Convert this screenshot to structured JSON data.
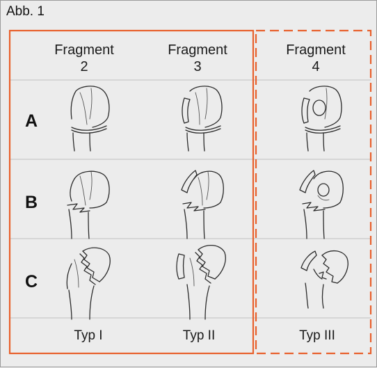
{
  "figure": {
    "caption": "Abb. 1",
    "columns": [
      {
        "title": "Fragment",
        "number": "2"
      },
      {
        "title": "Fragment",
        "number": "3"
      },
      {
        "title": "Fragment",
        "number": "4"
      }
    ],
    "rows": [
      {
        "label": "A"
      },
      {
        "label": "B"
      },
      {
        "label": "C"
      }
    ],
    "types": [
      "Typ I",
      "Typ II",
      "Typ III"
    ],
    "colors": {
      "frame": "#e8602c",
      "grid": "#c9c9c9",
      "background": "#ececec"
    }
  }
}
